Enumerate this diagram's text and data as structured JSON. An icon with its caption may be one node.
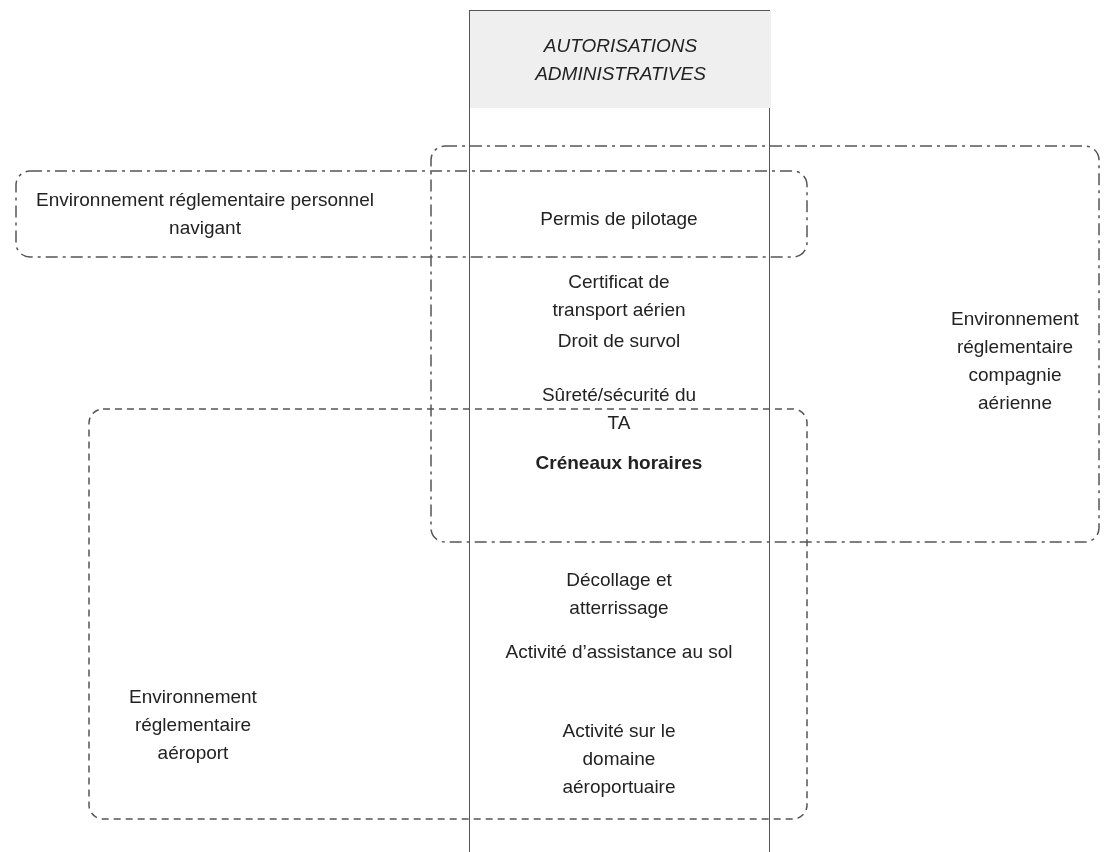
{
  "diagram": {
    "nodes": [
      {
        "text": [
          "AUTORISATIONS ADMINISTRATIVES"
        ]
      },
      {
        "text": [
          "Environnement réglementaire compagnie aérienne"
        ]
      },
      {
        "text": [
          "Environnement réglementaire personnel navigant"
        ]
      },
      {
        "text": [
          "Environnement réglementaire aéroport"
        ]
      }
    ],
    "labels": [
      "Permis de pilotage",
      "Certificat de transport aérien",
      "Droit de survol",
      "Sûreté/sécurité du TA",
      "Créneaux horaires",
      "Décollage et atterrissage",
      "Activité d’assistance au sol",
      "Activité sur le domaine aéroportuaire"
    ]
  }
}
